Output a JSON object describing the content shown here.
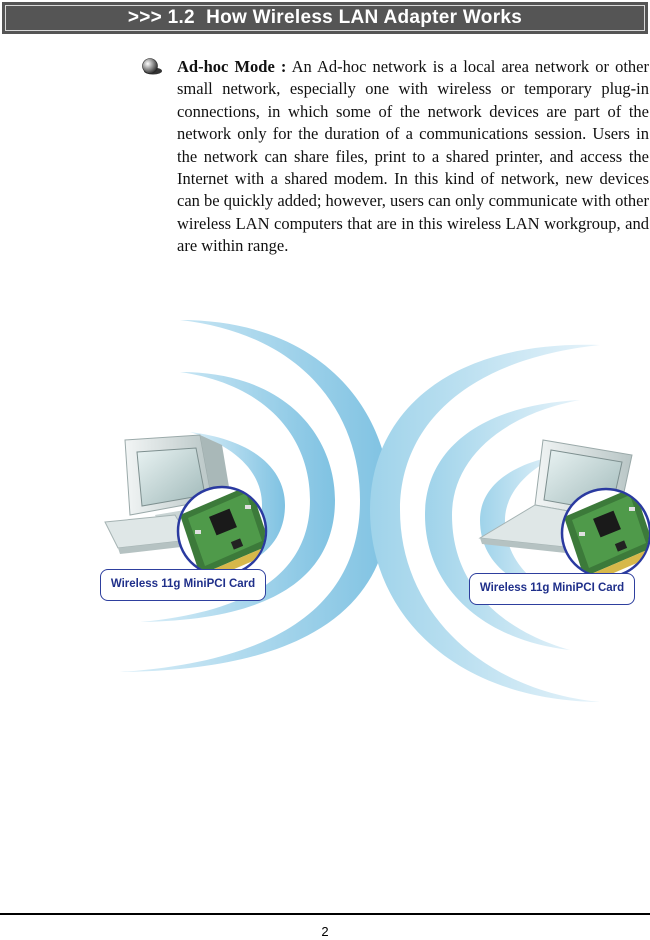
{
  "header": {
    "title": ">>> 1.2  How Wireless LAN Adapter Works"
  },
  "section": {
    "term": "Ad-hoc Mode :",
    "body": " An Ad-hoc network is a local area network or other small network, especially one with wireless or temporary plug-in connections, in which some of the network devices are part of the network only for the duration of a communications session.  Users in the network can share files, print to a shared printer, and access the Internet with a shared modem.  In this kind of network, new devices can be quickly added; however, users can only communicate with other wireless LAN computers that are in this wireless LAN workgroup, and are within range."
  },
  "diagram": {
    "left_label": "Wireless 11g MiniPCI Card",
    "right_label": "Wireless 11g MiniPCI Card",
    "colors": {
      "wave": "#8ccbe6",
      "wave_light": "#c9e7f4",
      "label_border": "#2e3f9e",
      "card_ring": "#2a3aa0",
      "pcb": "#3c7a3a"
    }
  },
  "footer": {
    "page_number": "2"
  }
}
